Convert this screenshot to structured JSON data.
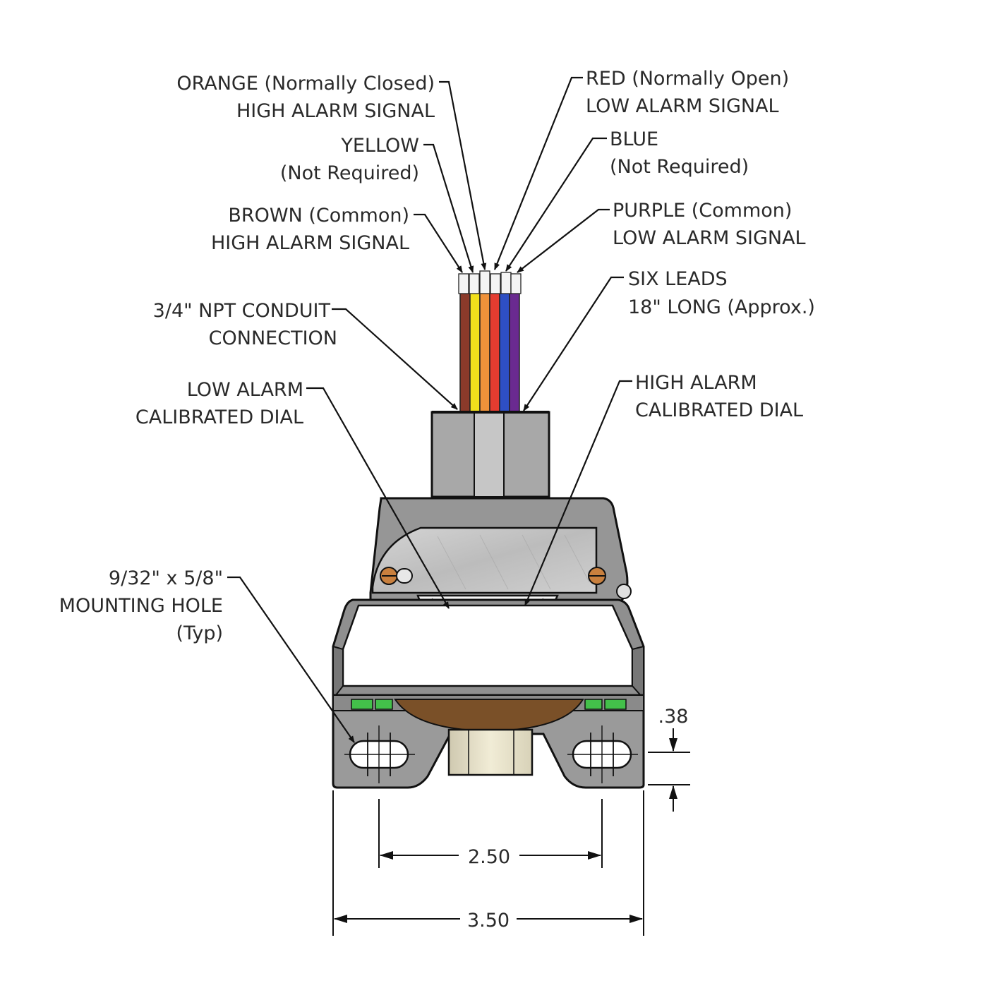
{
  "callouts": {
    "orange": {
      "line1": "ORANGE (Normally Closed)",
      "line2": "HIGH ALARM SIGNAL"
    },
    "yellow": {
      "line1": "YELLOW",
      "line2": "(Not Required)"
    },
    "brown": {
      "line1": "BROWN (Common)",
      "line2": "HIGH ALARM SIGNAL"
    },
    "conduit": {
      "line1": "3/4\" NPT CONDUIT",
      "line2": "CONNECTION"
    },
    "low_dial": {
      "line1": "LOW ALARM",
      "line2": "CALIBRATED DIAL"
    },
    "mount_hole": {
      "line1": "9/32\" x 5/8\"",
      "line2": "MOUNTING HOLE",
      "line3": "(Typ)"
    },
    "red": {
      "line1": "RED (Normally Open)",
      "line2": "LOW ALARM SIGNAL"
    },
    "blue": {
      "line1": "BLUE",
      "line2": "(Not Required)"
    },
    "purple": {
      "line1": "PURPLE (Common)",
      "line2": "LOW ALARM SIGNAL"
    },
    "leads": {
      "line1": "SIX LEADS",
      "line2": "18\" LONG (Approx.)"
    },
    "high_dial": {
      "line1": "HIGH ALARM",
      "line2": "CALIBRATED DIAL"
    }
  },
  "dimensions": {
    "hole_spacing": "2.50",
    "overall_width": "3.50",
    "base_height": ".38"
  },
  "wire_colors": {
    "brown": "#8b3a2a",
    "yellow": "#f2e01c",
    "orange": "#f0923a",
    "red": "#e43c30",
    "blue": "#2e4fc4",
    "purple": "#6a2a90"
  }
}
